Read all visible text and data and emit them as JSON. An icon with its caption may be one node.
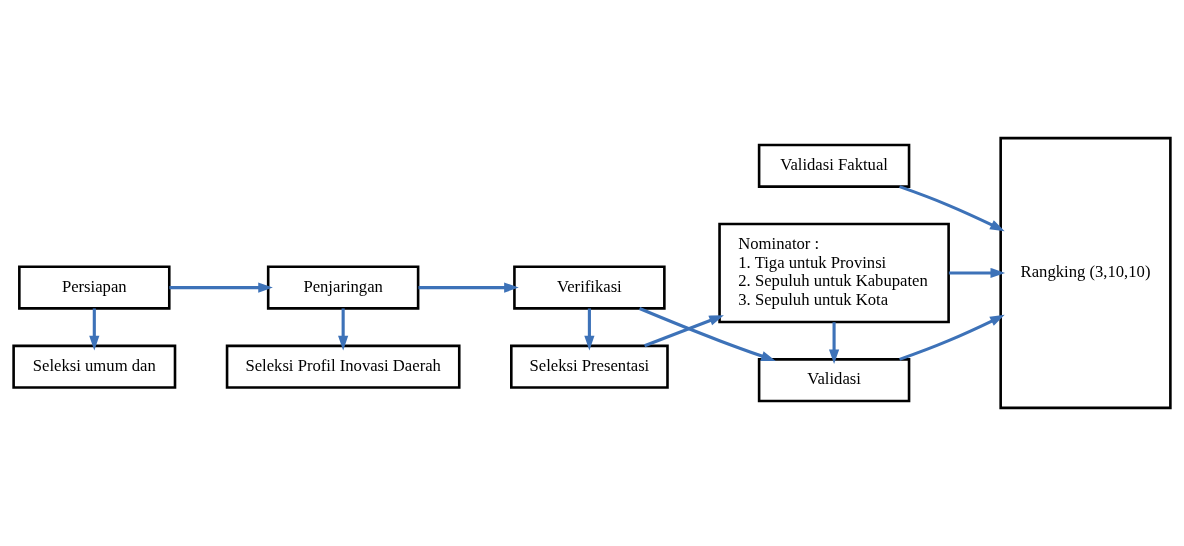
{
  "diagram": {
    "nodes": [
      {
        "text": [
          "Persiapan"
        ]
      },
      {
        "text": [
          "Seleksi umum dan"
        ]
      },
      {
        "text": [
          "Penjaringan"
        ]
      },
      {
        "text": [
          "Seleksi Profil Inovasi Daerah"
        ]
      },
      {
        "text": [
          "Verifikasi"
        ]
      },
      {
        "text": [
          "Seleksi Presentasi"
        ]
      },
      {
        "text": [
          "Validasi Faktual"
        ]
      },
      {
        "text": [
          "Validasi"
        ]
      },
      {
        "text": [
          "Nominator :",
          "1. Tiga untuk Provinsi",
          "2. Sepuluh untuk Kabupaten",
          "3. Sepuluh untuk Kota"
        ]
      },
      {
        "text": [
          "Rangking (3,10,10)"
        ]
      }
    ],
    "edges": [
      {
        "from": 0,
        "to": 2,
        "arrow": "to"
      },
      {
        "from": 0,
        "to": 1,
        "arrow": "to"
      },
      {
        "from": 2,
        "to": 3,
        "arrow": "to"
      },
      {
        "from": 2,
        "to": 4,
        "arrow": "to"
      },
      {
        "from": 4,
        "to": 5,
        "arrow": "to"
      },
      {
        "from": 4,
        "to": 7,
        "arrow": "to"
      },
      {
        "from": 5,
        "to": 8,
        "arrow": "to"
      },
      {
        "from": 8,
        "to": 7,
        "arrow": "to"
      },
      {
        "from": 6,
        "to": 9,
        "arrow": "to"
      },
      {
        "from": 7,
        "to": 9,
        "arrow": "to"
      },
      {
        "from": 8,
        "to": 9,
        "arrow": "to"
      }
    ]
  }
}
